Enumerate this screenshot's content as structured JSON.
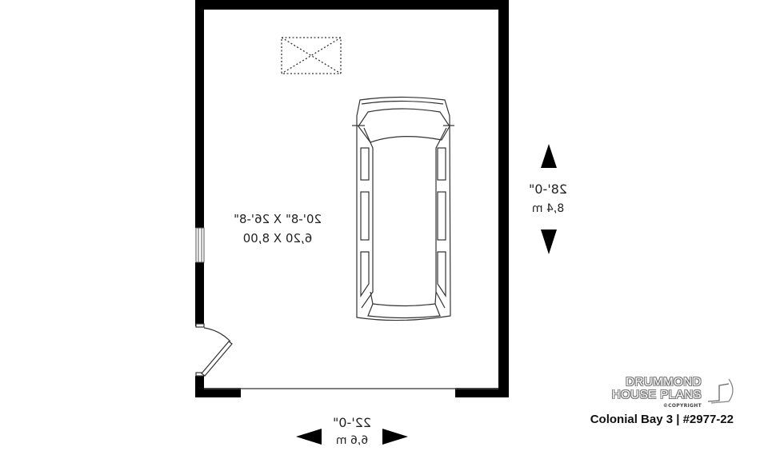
{
  "plan": {
    "room": {
      "dimensions_imperial": "20'-8\" X 26'-8\"",
      "dimensions_metric": "6,20 X 8,00"
    },
    "overall_depth": {
      "imperial": "28'-0\"",
      "metric": "8,4 m"
    },
    "overall_width": {
      "imperial": "22'-0\"",
      "metric": "6,6 m"
    },
    "features": [
      "garage-door-opening",
      "side-door",
      "side-window",
      "attic-hatch",
      "car"
    ]
  },
  "branding": {
    "line1": "DRUMMOND",
    "line2": "HOUSE PLANS",
    "copyright": "©COPYRIGHT",
    "plan_name": "Colonial Bay 3 | #2977-22"
  },
  "colors": {
    "wall": "#000000",
    "background": "#ffffff",
    "line": "#333333"
  }
}
